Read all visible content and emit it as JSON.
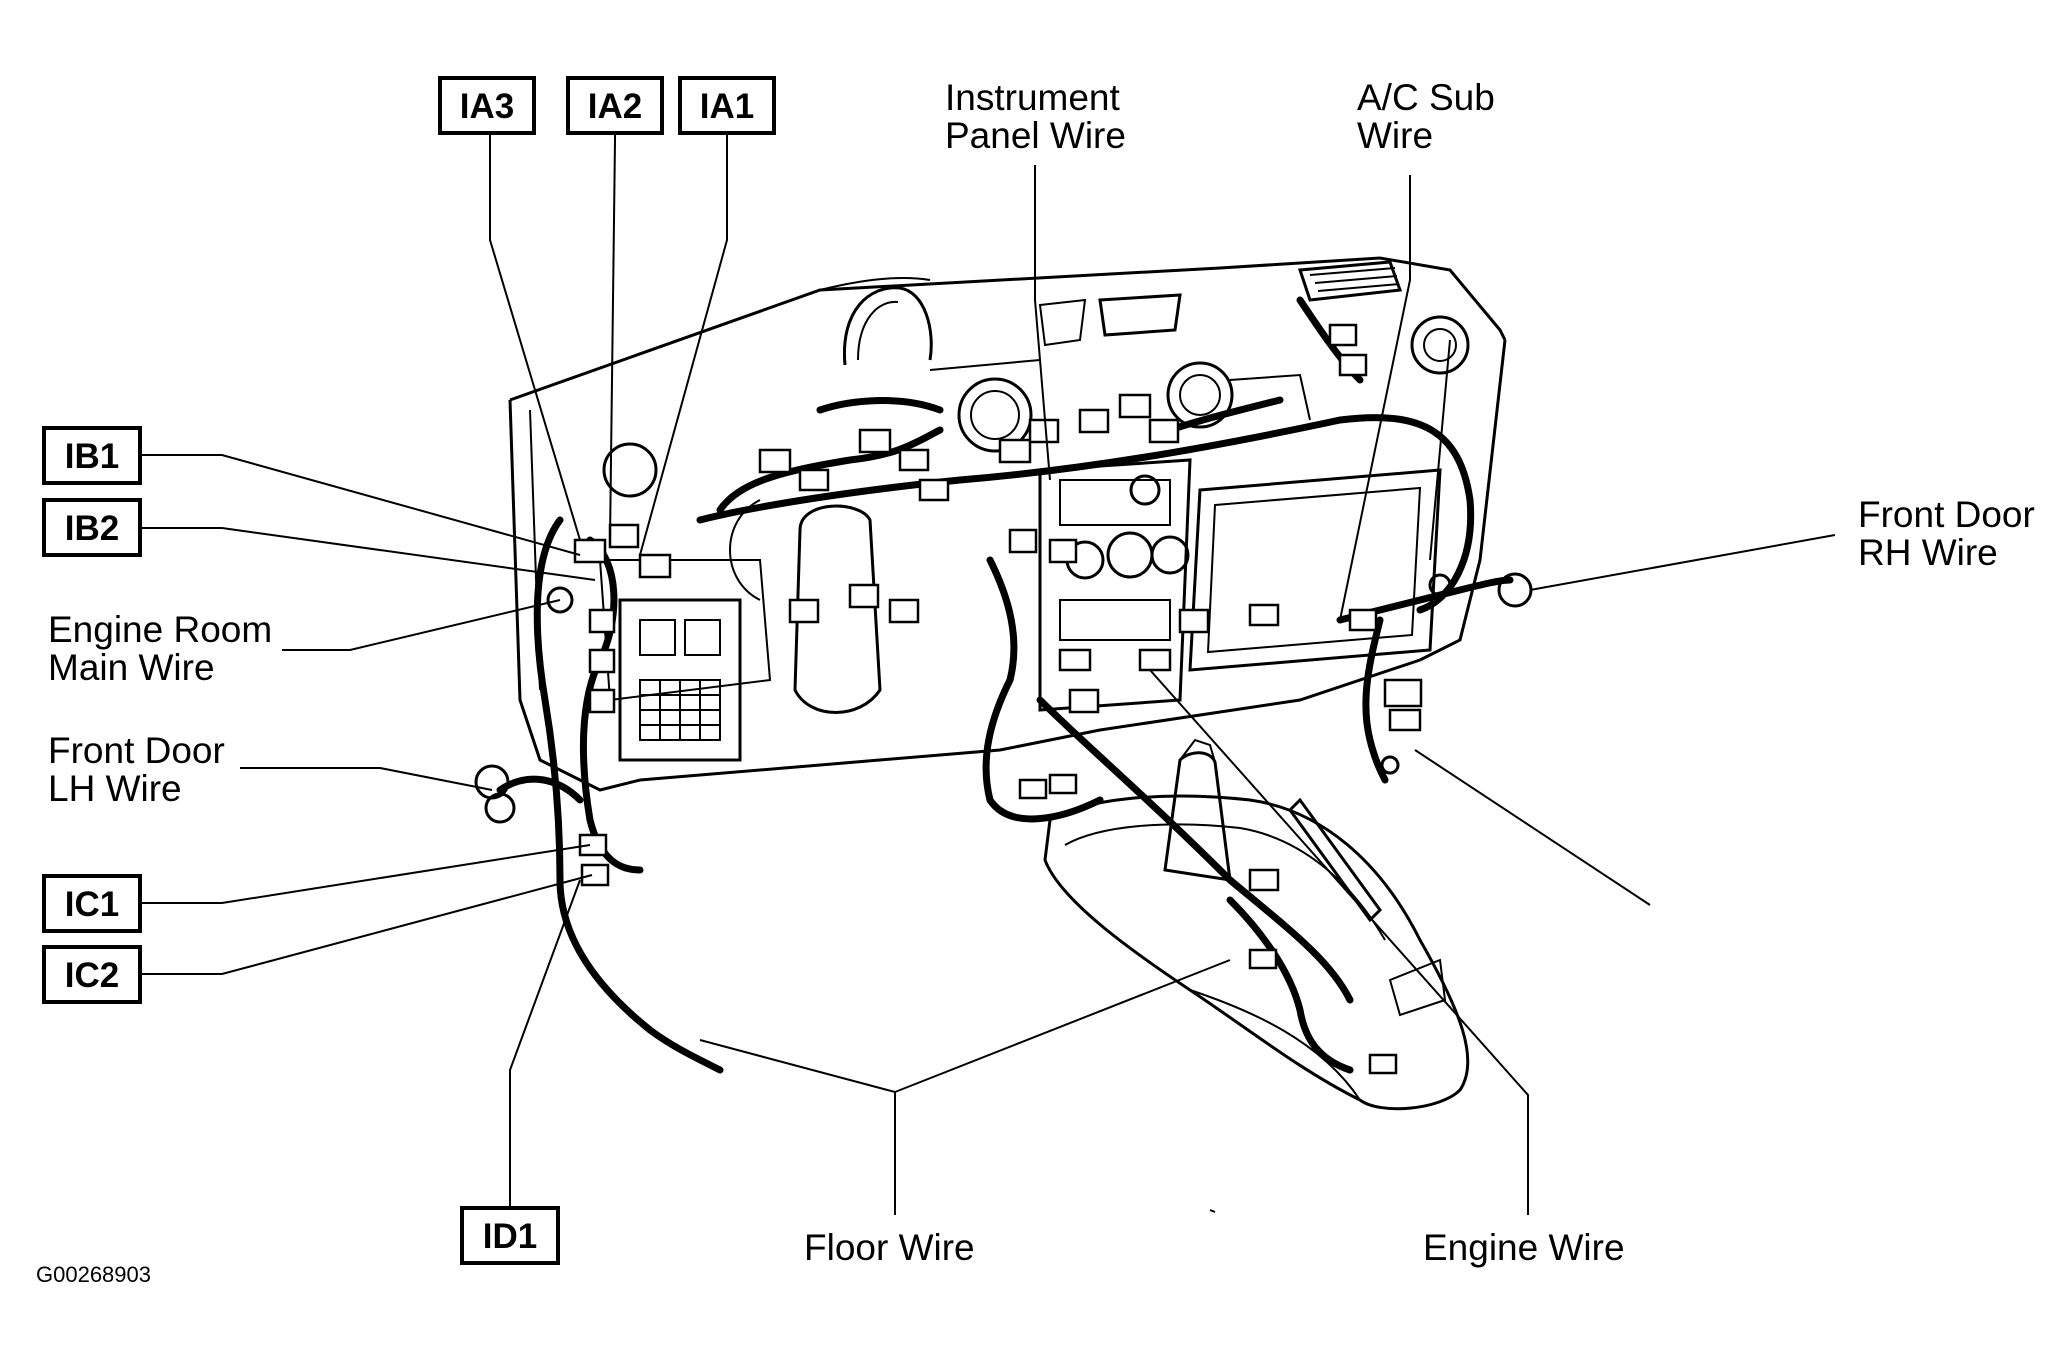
{
  "connectors": {
    "ia3": "IA3",
    "ia2": "IA2",
    "ia1": "IA1",
    "ib1": "IB1",
    "ib2": "IB2",
    "ic1": "IC1",
    "ic2": "IC2",
    "id1": "ID1"
  },
  "labels": {
    "instrument_panel_1": "Instrument",
    "instrument_panel_2": "Panel Wire",
    "ac_sub_1": "A/C Sub",
    "ac_sub_2": "Wire",
    "front_door_rh_1": "Front Door",
    "front_door_rh_2": "RH Wire",
    "engine_room_1": "Engine Room",
    "engine_room_2": "Main Wire",
    "front_door_lh_1": "Front Door",
    "front_door_lh_2": "LH Wire",
    "floor_wire": "Floor Wire",
    "engine_wire": "Engine Wire"
  },
  "figure_code": "G00268903"
}
